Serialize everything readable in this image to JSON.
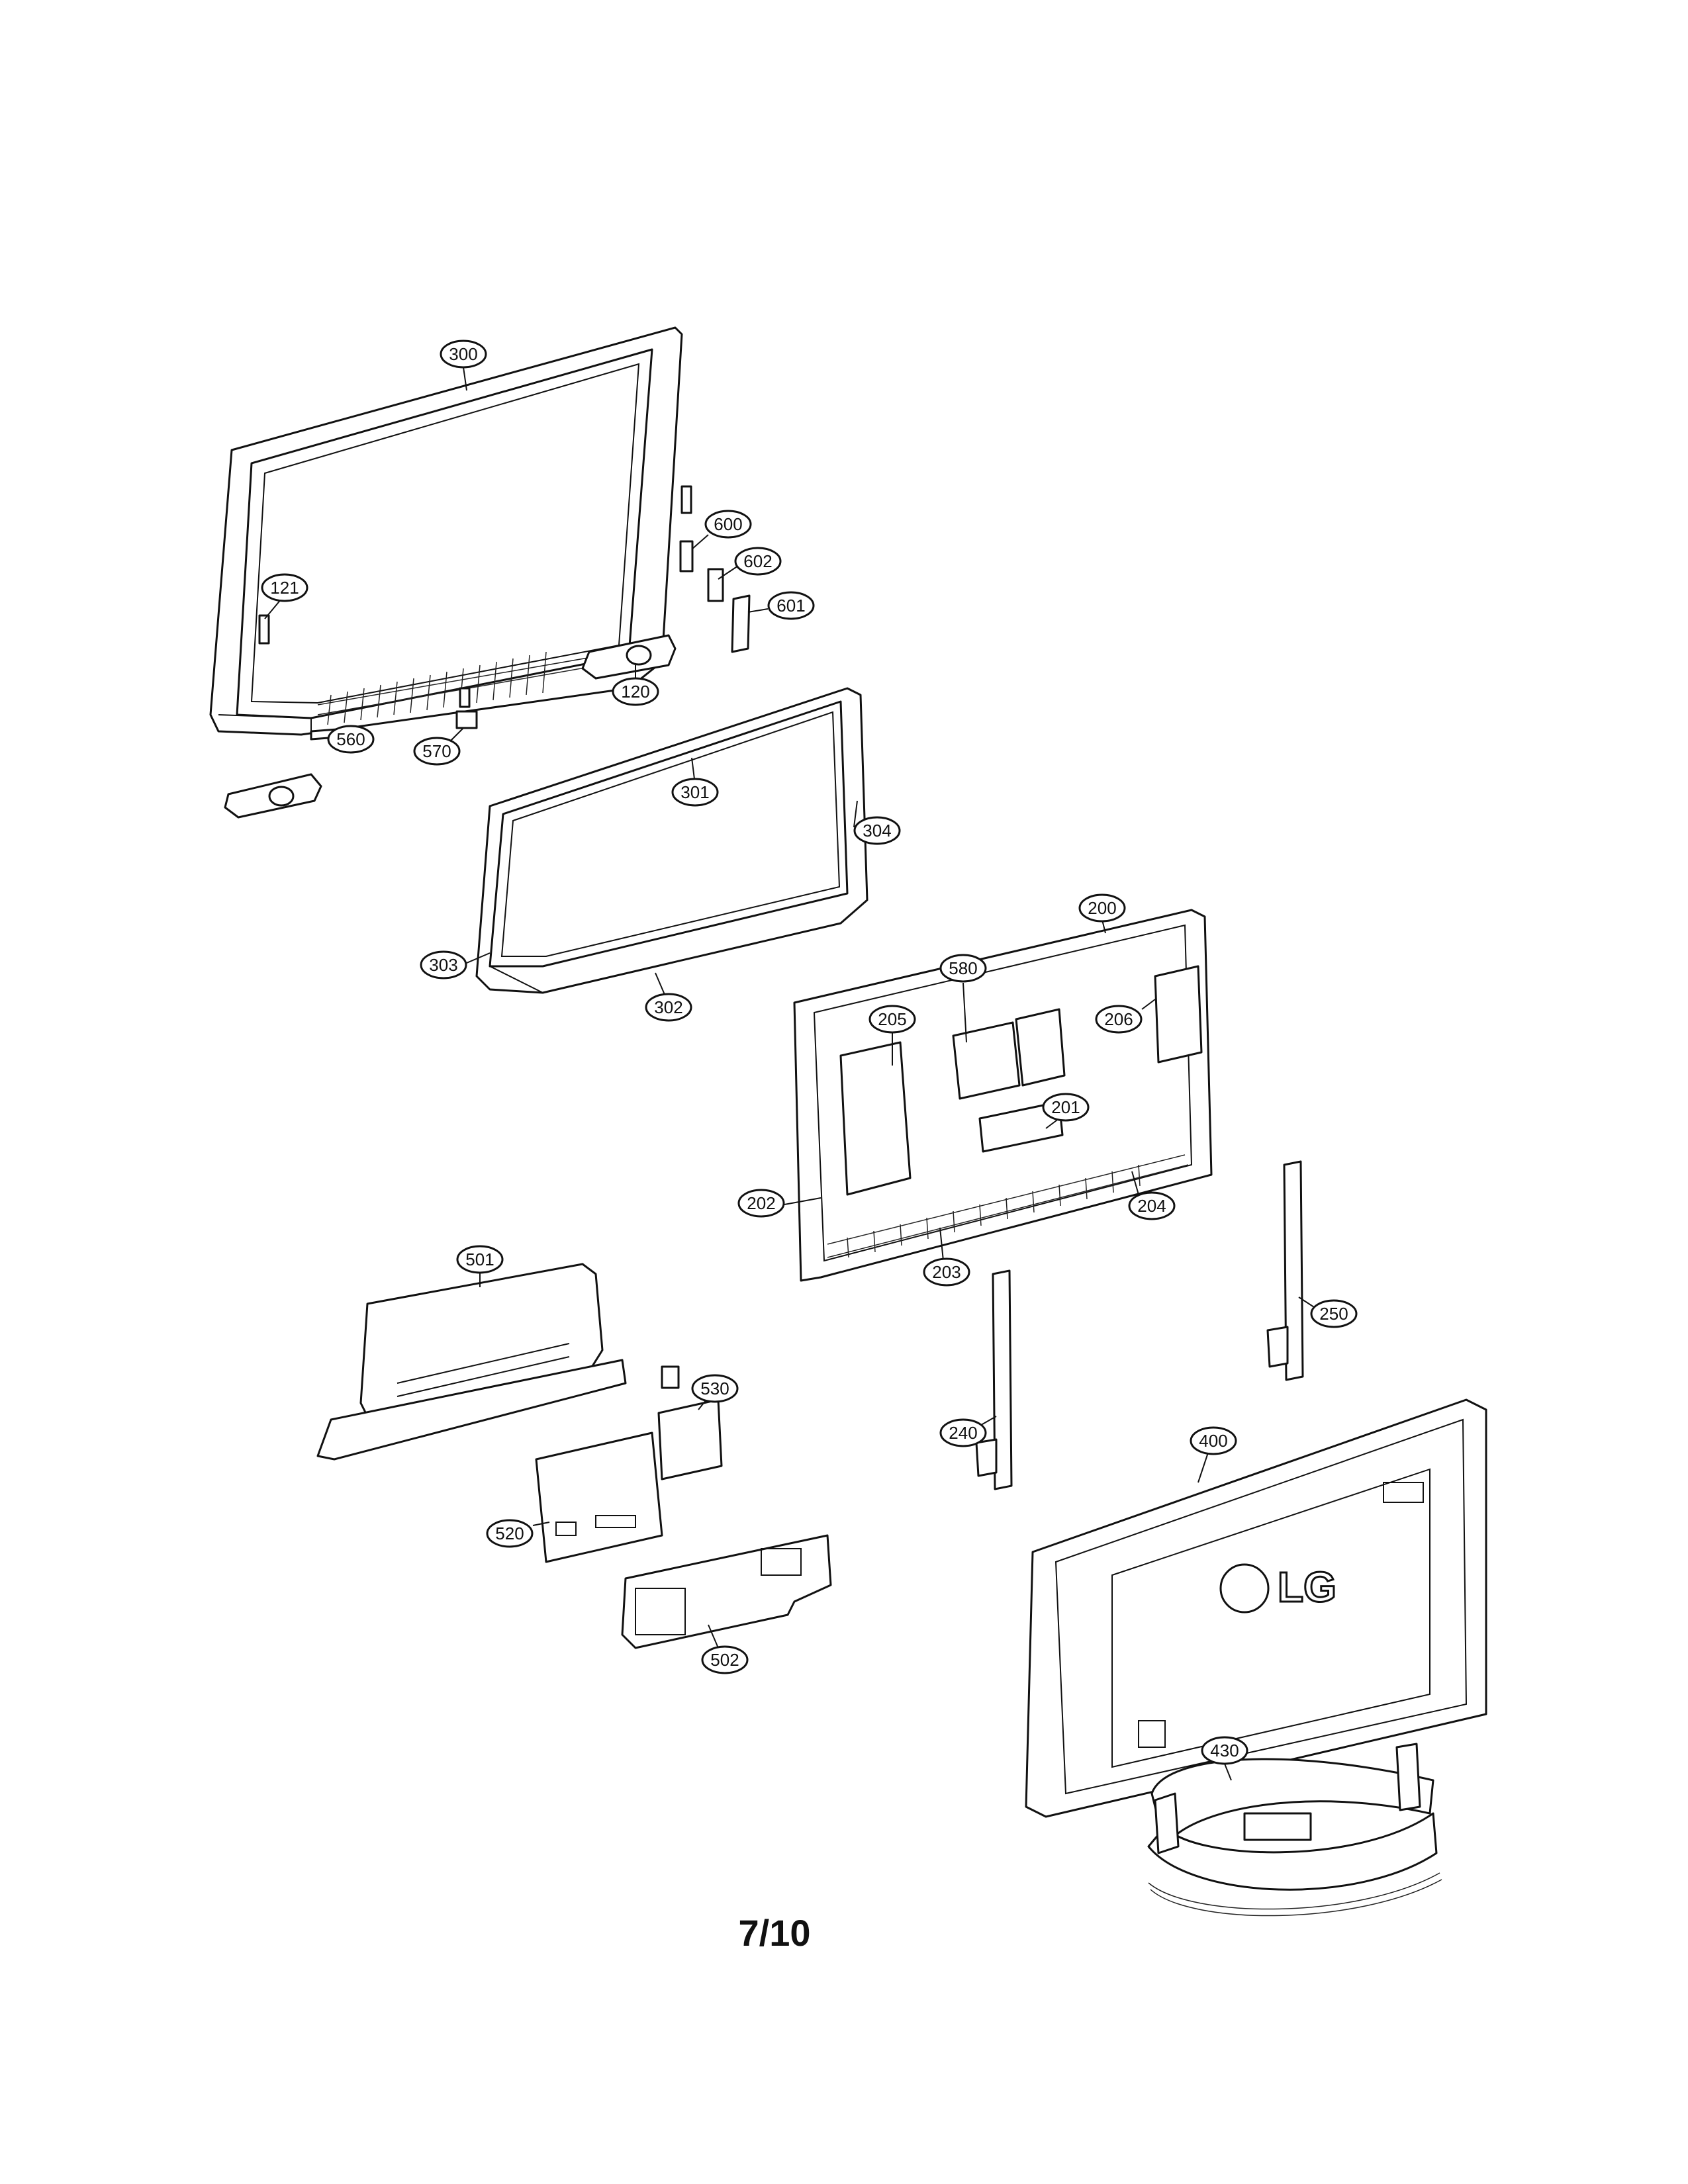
{
  "page": {
    "number": "7/10"
  },
  "brand_logo": {
    "text": "LG"
  },
  "callouts": [
    {
      "id": "300",
      "text": "300"
    },
    {
      "id": "600",
      "text": "600"
    },
    {
      "id": "602",
      "text": "602"
    },
    {
      "id": "121",
      "text": "121"
    },
    {
      "id": "601",
      "text": "601"
    },
    {
      "id": "120",
      "text": "120"
    },
    {
      "id": "560",
      "text": "560"
    },
    {
      "id": "570",
      "text": "570"
    },
    {
      "id": "301",
      "text": "301"
    },
    {
      "id": "304",
      "text": "304"
    },
    {
      "id": "303",
      "text": "303"
    },
    {
      "id": "302",
      "text": "302"
    },
    {
      "id": "200",
      "text": "200"
    },
    {
      "id": "205",
      "text": "205"
    },
    {
      "id": "580",
      "text": "580"
    },
    {
      "id": "206",
      "text": "206"
    },
    {
      "id": "201",
      "text": "201"
    },
    {
      "id": "202",
      "text": "202"
    },
    {
      "id": "204",
      "text": "204"
    },
    {
      "id": "203",
      "text": "203"
    },
    {
      "id": "501",
      "text": "501"
    },
    {
      "id": "530",
      "text": "530"
    },
    {
      "id": "250",
      "text": "250"
    },
    {
      "id": "240",
      "text": "240"
    },
    {
      "id": "520",
      "text": "520"
    },
    {
      "id": "400",
      "text": "400"
    },
    {
      "id": "502",
      "text": "502"
    },
    {
      "id": "430",
      "text": "430"
    }
  ]
}
